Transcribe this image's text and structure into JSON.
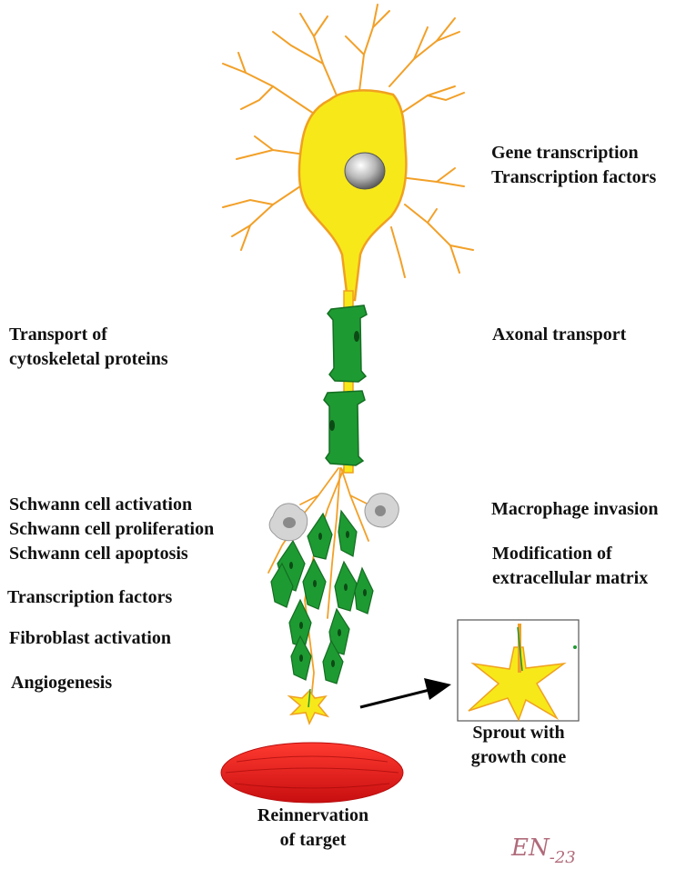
{
  "labels": {
    "gene_transcription": "Gene transcription",
    "transcription_factors_top": "Transcription factors",
    "transport_of": "Transport of",
    "cytoskeletal_proteins": "cytoskeletal proteins",
    "axonal_transport": "Axonal transport",
    "schwann_activation": "Schwann cell activation",
    "schwann_proliferation": "Schwann cell proliferation",
    "schwann_apoptosis": "Schwann cell apoptosis",
    "transcription_factors": "Transcription factors",
    "fibroblast_activation": "Fibroblast activation",
    "angiogenesis": "Angiogenesis",
    "macrophage_invasion": "Macrophage invasion",
    "modification_of": "Modification of",
    "extracellular_matrix": "extracellular matrix",
    "sprout_with": "Sprout with",
    "growth_cone": "growth cone",
    "reinnervation": "Reinnervation",
    "of_target": "of target"
  },
  "signature": {
    "initials": "EN",
    "year": "-23"
  },
  "colors": {
    "neuron_fill": "#f7e81a",
    "neuron_outline": "#f0a020",
    "schwann_green": "#1e9a32",
    "schwann_dark": "#146e22",
    "macrophage_gray": "#d4d4d4",
    "nucleus_gray": "#8a8a8a",
    "muscle_red": "#e8141a",
    "arrow_black": "#000000"
  }
}
